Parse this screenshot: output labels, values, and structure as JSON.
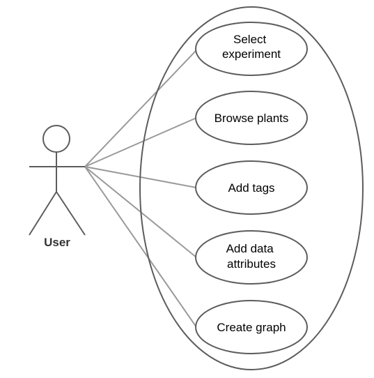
{
  "actor": {
    "label": "User"
  },
  "use_cases": [
    {
      "id": "select-experiment",
      "lines": [
        "Select",
        "experiment"
      ]
    },
    {
      "id": "browse-plants",
      "lines": [
        "Browse plants"
      ]
    },
    {
      "id": "add-tags",
      "lines": [
        "Add tags"
      ]
    },
    {
      "id": "add-data-attributes",
      "lines": [
        "Add data",
        "attributes"
      ]
    },
    {
      "id": "create-graph",
      "lines": [
        "Create graph"
      ]
    }
  ]
}
